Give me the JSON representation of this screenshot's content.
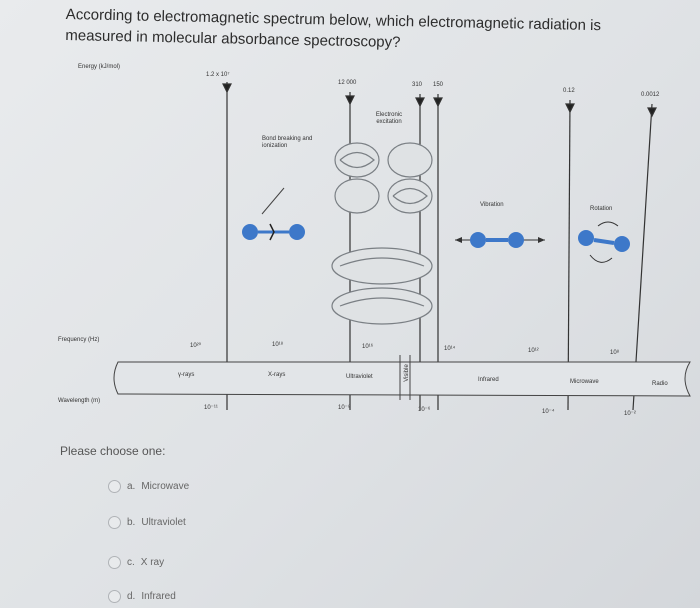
{
  "question": {
    "line1": "According to electromagnetic spectrum below, which electromagnetic radiation is",
    "line2": "measured in molecular absorbance spectroscopy?"
  },
  "figure": {
    "energy_label": "Energy (kJ/mol)",
    "energy_values": [
      "1.2 x 10⁷",
      "12 000",
      "310",
      "150",
      "0.12",
      "0.0012"
    ],
    "frequency_label": "Frequency (Hz)",
    "frequency_values": [
      "10²⁰",
      "10¹⁸",
      "10¹⁶",
      "10¹⁴",
      "10¹²",
      "10⁸"
    ],
    "wavelength_label": "Wavelength (m)",
    "wavelength_values": [
      "10⁻¹¹",
      "10⁻⁸",
      "10⁻⁶",
      "10⁻⁴",
      "10⁻²"
    ],
    "regions": [
      "γ-rays",
      "X-rays",
      "Ultraviolet",
      "Visible",
      "Infrared",
      "Microwave",
      "Radio"
    ],
    "annotations": {
      "bond": "Bond breaking and ionization",
      "electronic": "Electronic excitation",
      "vibration": "Vibration",
      "rotation": "Rotation"
    }
  },
  "prompt": "Please choose one:",
  "options": [
    {
      "letter": "a.",
      "label": "Microwave"
    },
    {
      "letter": "b.",
      "label": "Ultraviolet"
    },
    {
      "letter": "c.",
      "label": "X ray"
    },
    {
      "letter": "d.",
      "label": "Infrared"
    }
  ],
  "colors": {
    "molecule": "#3d78c9",
    "axis": "#333333"
  }
}
